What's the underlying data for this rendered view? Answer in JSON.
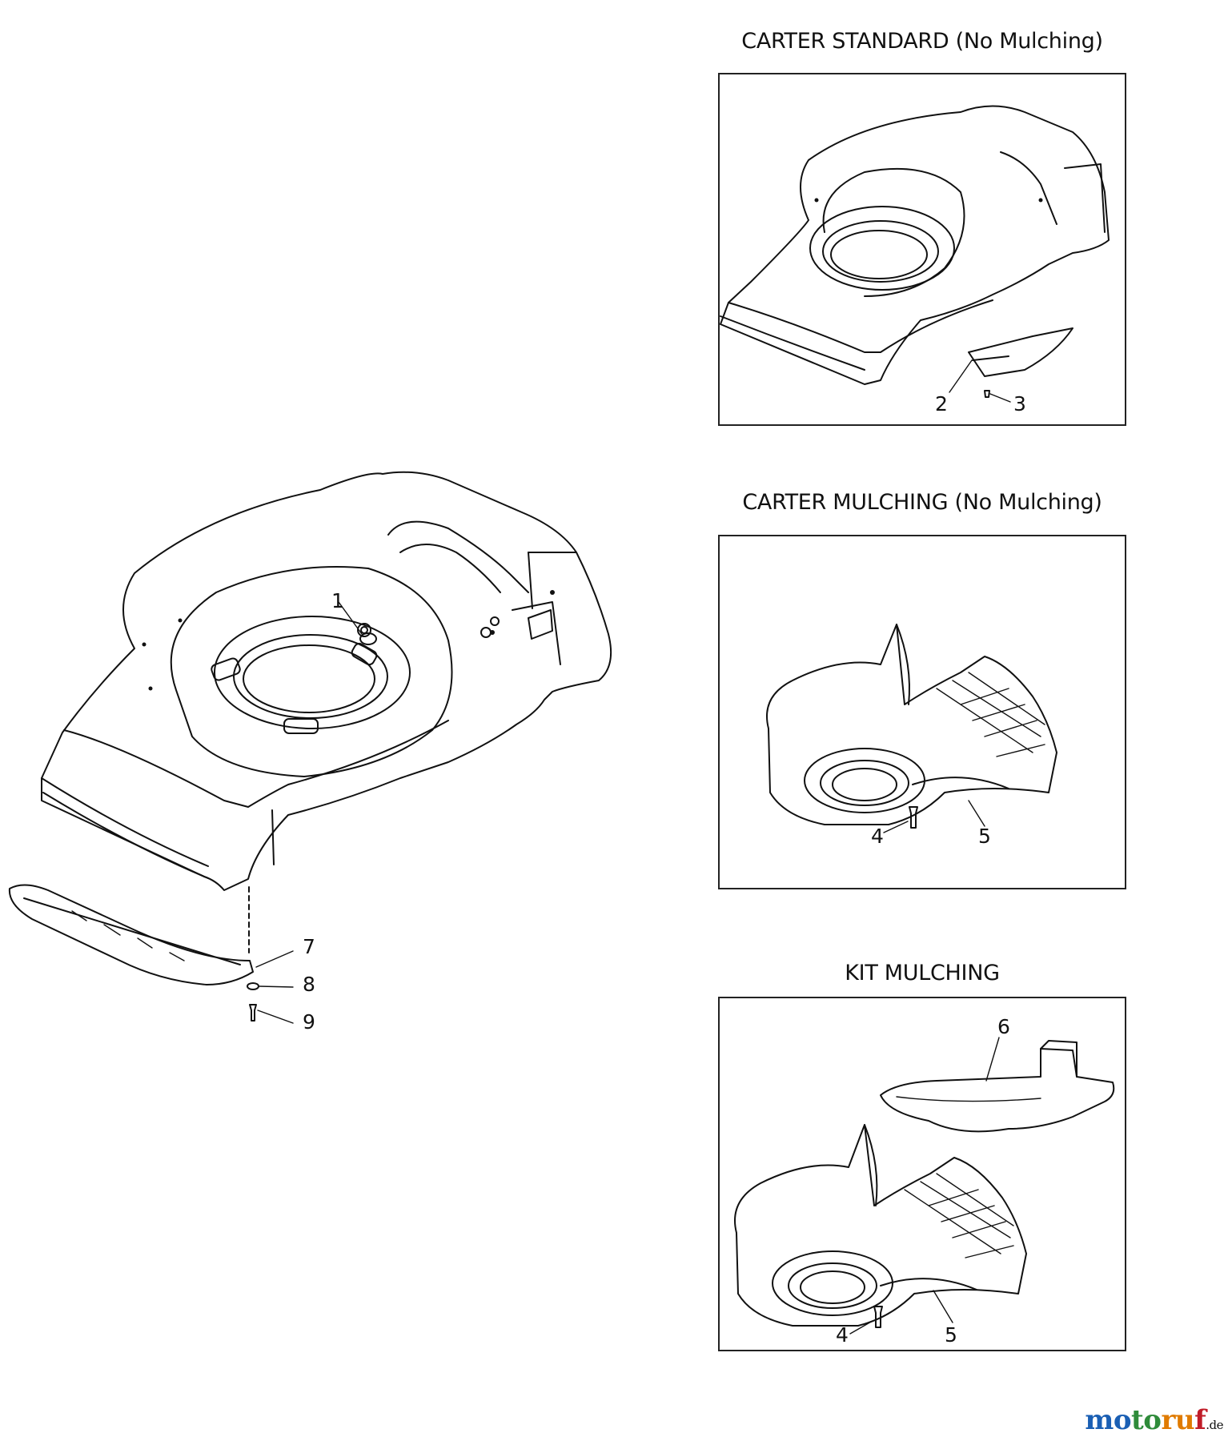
{
  "panels": {
    "standard": {
      "title": "CARTER STANDARD (No Mulching)"
    },
    "mulching": {
      "title": "CARTER MULCHING (No Mulching)"
    },
    "kit": {
      "title": "KIT MULCHING"
    }
  },
  "callouts": {
    "c1": "1",
    "c2": "2",
    "c3": "3",
    "c4a": "4",
    "c5a": "5",
    "c6": "6",
    "c4b": "4",
    "c5b": "5",
    "c7": "7",
    "c8": "8",
    "c9": "9"
  },
  "logo": {
    "text": "motoruf",
    "suffix": ".de",
    "colors": [
      "#1a5fb4",
      "#2e8b3a",
      "#e07b00",
      "#c01c28"
    ]
  }
}
